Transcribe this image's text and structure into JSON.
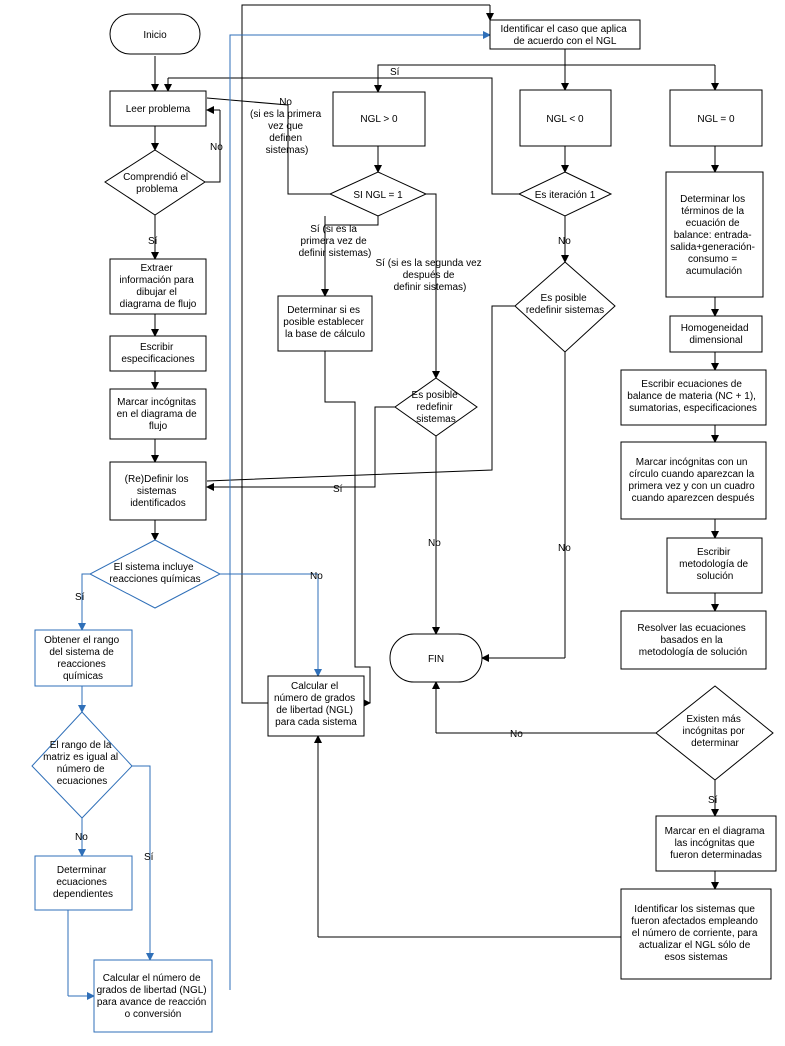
{
  "nodes": {
    "inicio": [
      "Inicio"
    ],
    "leer": [
      "Leer problema"
    ],
    "comprendio": [
      "Comprendió el",
      "problema"
    ],
    "extraer": [
      "Extraer",
      "información para",
      "dibujar el",
      "diagrama de flujo"
    ],
    "escribir_espec": [
      "Escribir",
      "especificaciones"
    ],
    "marcar_incog": [
      "Marcar incógnitas",
      "en el diagrama de",
      "flujo"
    ],
    "redefinir_sistemas": [
      "(Re)Definir los",
      "sistemas",
      "identificados"
    ],
    "incluye_reacciones": [
      "El sistema incluye",
      "reacciones químicas"
    ],
    "obtener_rango": [
      "Obtener el rango",
      "del sistema de",
      "reacciones",
      "químicas"
    ],
    "rango_igual": [
      "El rango de la",
      "matriz es igual al",
      "número de",
      "ecuaciones"
    ],
    "determinar_dep": [
      "Determinar",
      "ecuaciones",
      "dependientes"
    ],
    "calcular_ngl_avance": [
      "Calcular el número de",
      "grados de libertad (NGL)",
      "para avance de reacción",
      "o conversión"
    ],
    "identificar_caso": [
      "Identificar el caso que aplica",
      "de acuerdo con el NGL"
    ],
    "ngl_mayor": [
      "NGL > 0"
    ],
    "ngl_menor": [
      "NGL < 0"
    ],
    "ngl_cero": [
      "NGL = 0"
    ],
    "si_ngl_1": [
      "SI NGL = 1"
    ],
    "es_iteracion": [
      "Es iteración 1"
    ],
    "determinar_base": [
      "Determinar si es",
      "posible establecer",
      "la base de cálculo"
    ],
    "posible_redefinir_1": [
      "Es posible",
      "redefinir sistemas"
    ],
    "posible_redefinir_2": [
      "Es posible",
      "redefinir",
      "sistemas"
    ],
    "fin": [
      "FIN"
    ],
    "calcular_ngl_sistema": [
      "Calcular el",
      "número de grados",
      "de libertad (NGL)",
      "para cada sistema"
    ],
    "determinar_terminos": [
      "Determinar los",
      "términos de la",
      "ecuación de",
      "balance: entrada-",
      "salida+generación-",
      "consumo =",
      "acumulación"
    ],
    "homogeneidad": [
      "Homogeneidad",
      "dimensional"
    ],
    "escribir_ecuaciones": [
      "Escribir ecuaciones de",
      "balance de materia (NC + 1),",
      "sumatorias, especificaciones"
    ],
    "marcar_circulo": [
      "Marcar incógnitas con un",
      "círculo cuando aparezcan la",
      "primera vez y con un cuadro",
      "cuando aparezcen después"
    ],
    "escribir_metodologia": [
      "Escribir",
      "metodología de",
      "solución"
    ],
    "resolver": [
      "Resolver las ecuaciones",
      "basados en la",
      "metodología de solución"
    ],
    "existen_mas": [
      "Existen más",
      "incógnitas por",
      "determinar"
    ],
    "marcar_determinadas": [
      "Marcar en el diagrama",
      "las incógnitas que",
      "fueron determinadas"
    ],
    "identificar_afectados": [
      "Identificar los sistemas que",
      "fueron afectados empleando",
      "el número de corriente, para",
      "actualizar el NGL sólo de",
      "esos sistemas"
    ]
  },
  "labels": {
    "no_comprendio": [
      "No"
    ],
    "si_comprendio": [
      "Sí"
    ],
    "si_reacciones": [
      "Sí"
    ],
    "no_reacciones": [
      "No"
    ],
    "no_rango": [
      "No"
    ],
    "si_rango": [
      "Sí"
    ],
    "si_top": [
      "Sí"
    ],
    "no_primera_vez": [
      "No",
      "(si es la primera",
      "vez que",
      "definen",
      "sistemas)"
    ],
    "si_primera_vez": [
      "Sí (si es la",
      "primera vez de",
      "definir sistemas)"
    ],
    "si_segunda_vez": [
      "Sí (si es la segunda vez",
      "después de",
      "definir sistemas)"
    ],
    "no_iteracion": [
      "No"
    ],
    "si_redefinir": [
      "Sí"
    ],
    "no_redefinir_2": [
      "No"
    ],
    "no_redefinir_1": [
      "No"
    ],
    "no_existen": [
      "No"
    ],
    "si_existen": [
      "Sí"
    ]
  }
}
